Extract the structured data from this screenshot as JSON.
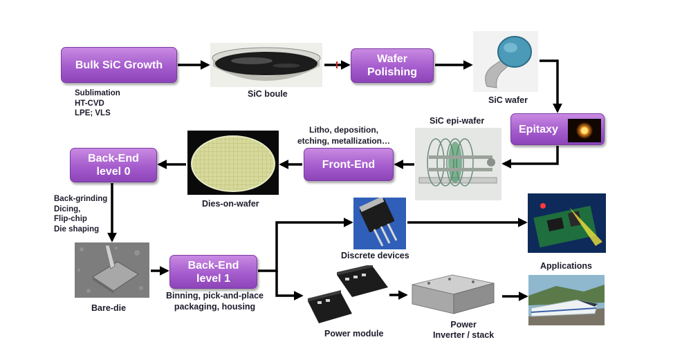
{
  "boxes": {
    "bulk_growth": "Bulk SiC Growth",
    "wafer_polishing": [
      "Wafer",
      "Polishing"
    ],
    "epitaxy": "Epitaxy",
    "front_end": "Front-End",
    "back_end_0": [
      "Back-End",
      "level 0"
    ],
    "back_end_1": [
      "Back-End",
      "level 1"
    ]
  },
  "labels": {
    "sic_boule": "SiC boule",
    "sic_wafer": "SiC wafer",
    "sic_epi_wafer": "SiC epi-wafer",
    "dies_on_wafer": "Dies-on-wafer",
    "bare_die": "Bare-die",
    "discrete_devices": "Discrete devices",
    "applications": "Applications",
    "power_module": "Power module",
    "power_inverter": [
      "Power",
      "Inverter / stack"
    ]
  },
  "notes": {
    "growth_methods": [
      "Sublimation",
      "HT-CVD",
      "LPE; VLS"
    ],
    "front_end_steps": [
      "Litho, deposition,",
      "etching, metallization…"
    ],
    "back_end_0_steps": [
      "Back-grinding",
      "Dicing,",
      "Flip-chip",
      "Die shaping"
    ],
    "back_end_1_steps": [
      "Binning, pick-and-place",
      "packaging, housing"
    ]
  },
  "colors": {
    "box_fill": "#a55ccd",
    "box_border": "#7a3aa3",
    "arrow": "#000000"
  }
}
